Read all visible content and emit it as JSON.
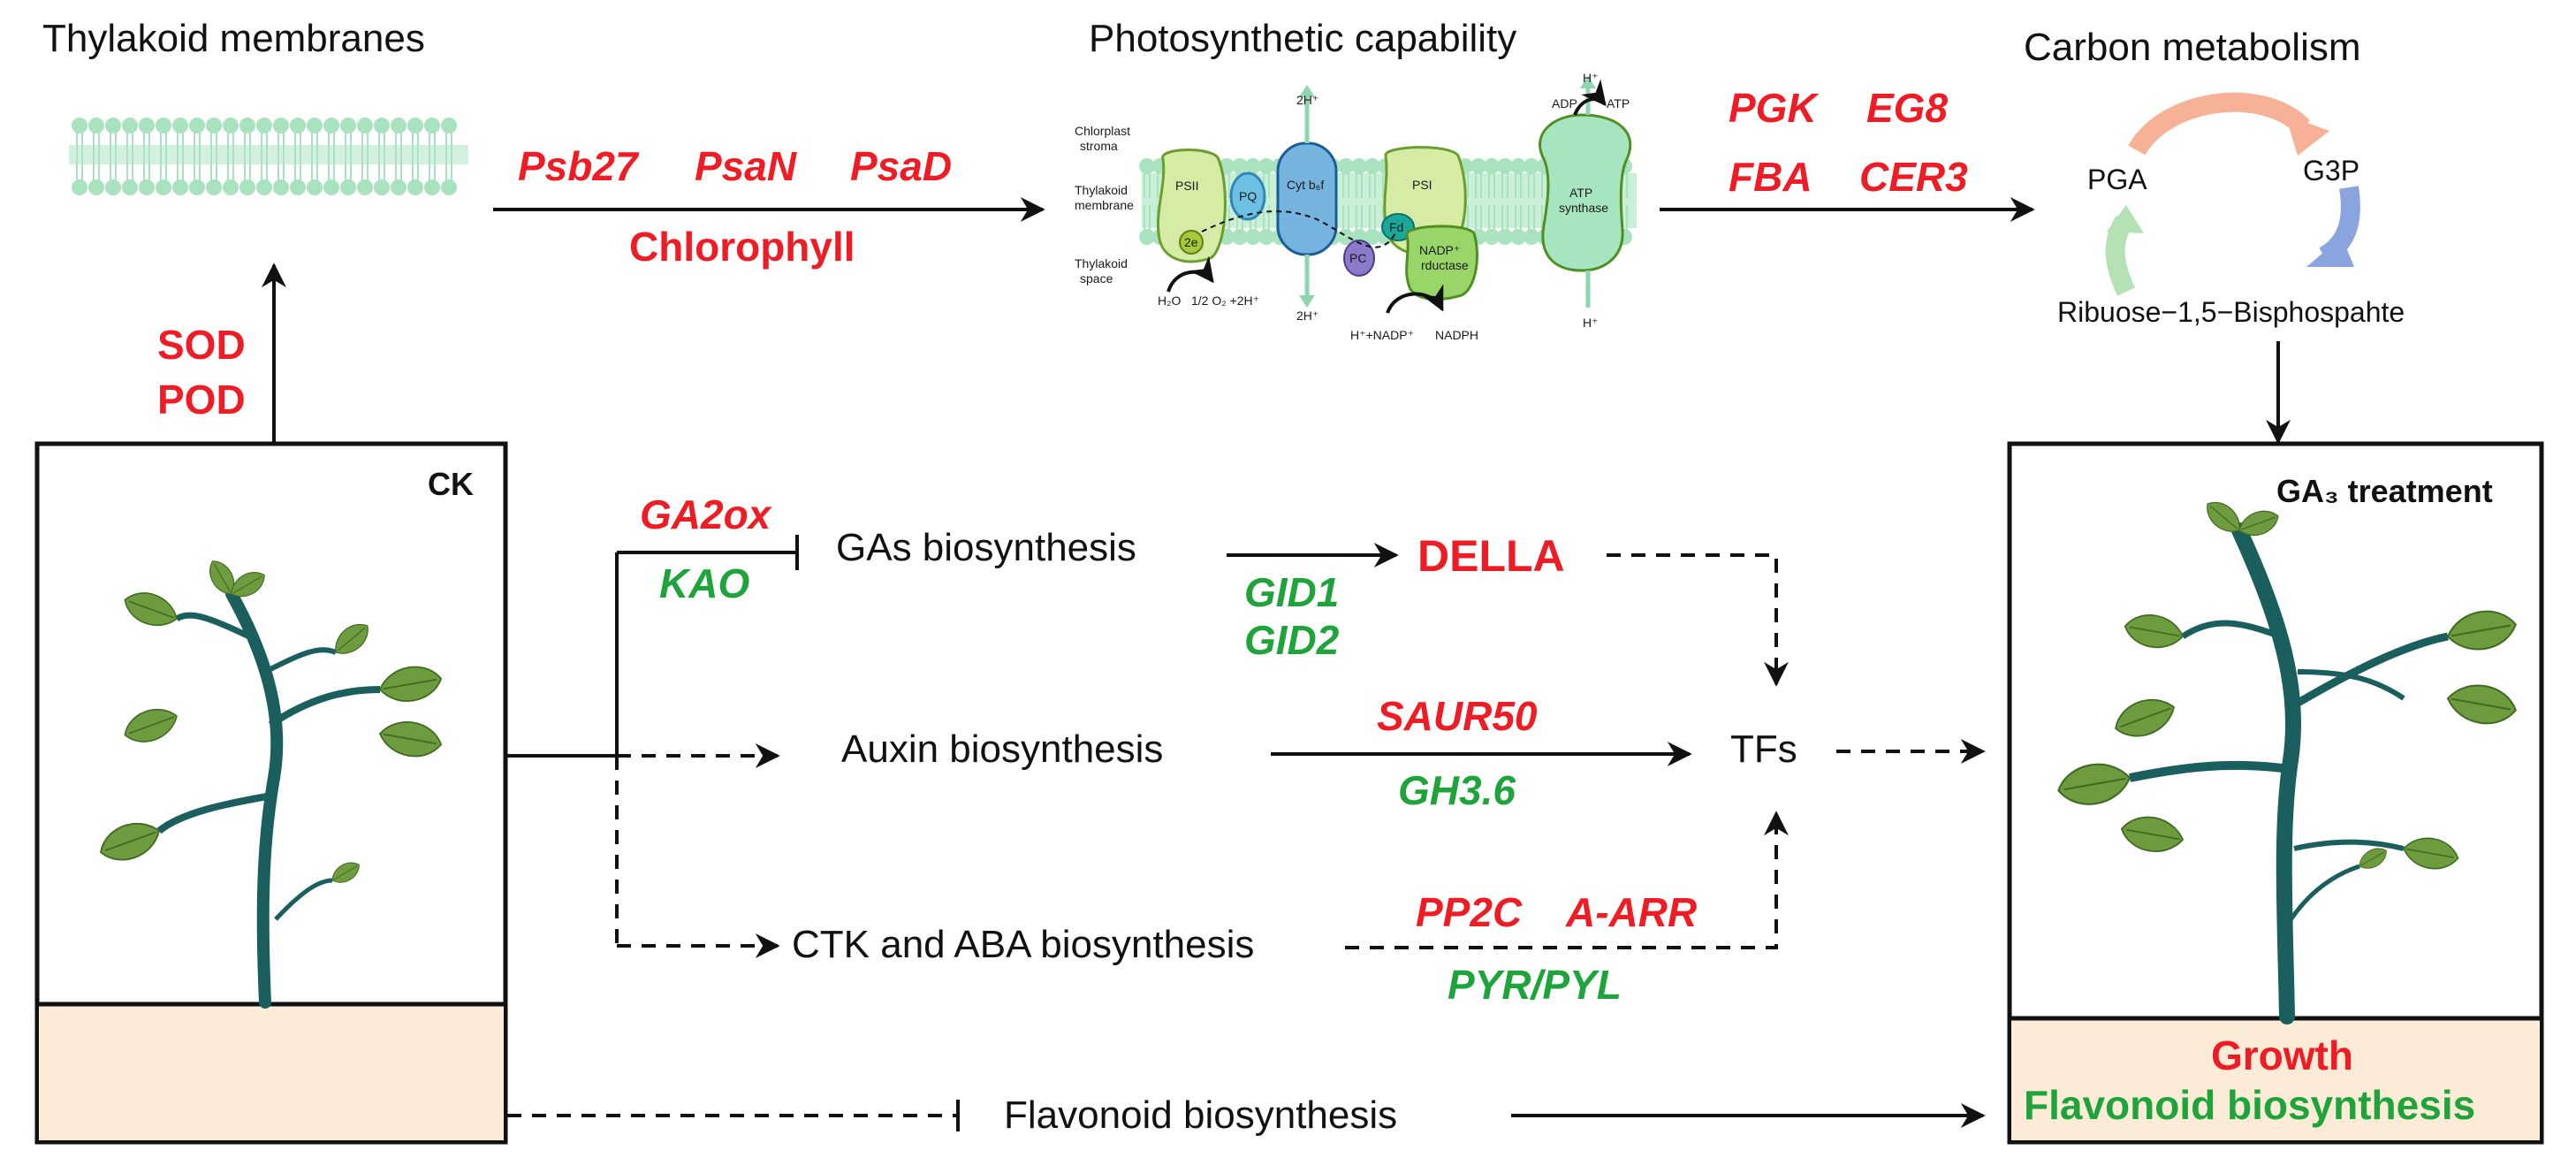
{
  "headers": {
    "thylakoid": "Thylakoid membranes",
    "photosynthetic": "Photosynthetic capability",
    "carbon": "Carbon metabolism"
  },
  "genes": {
    "psb27": "Psb27",
    "psan": "PsaN",
    "psad": "PsaD",
    "chlorophyll": "Chlorophyll",
    "pgk": "PGK",
    "eg8": "EG8",
    "fba": "FBA",
    "cer3": "CER3",
    "sod": "SOD",
    "pod": "POD",
    "ga2ox": "GA2ox",
    "kao": "KAO",
    "gid1": "GID1",
    "gid2": "GID2",
    "della": "DELLA",
    "saur50": "SAUR50",
    "gh36": "GH3.6",
    "pp2c": "PP2C",
    "aarr": "A-ARR",
    "pyrpyl": "PYR/PYL"
  },
  "calvin": {
    "pga": "PGA",
    "g3p": "G3P",
    "rubp": "Ribuose−1,5−Bisphospahte"
  },
  "pathways": {
    "gas": "GAs biosynthesis",
    "auxin": "Auxin biosynthesis",
    "ctk": "CTK and ABA biosynthesis",
    "tfs": "TFs",
    "flavonoid": "Flavonoid biosynthesis"
  },
  "panels": {
    "ck": "CK",
    "ga3": "GA₃ treatment",
    "growth": "Growth",
    "flavonoid": "Flavonoid biosynthesis"
  },
  "membrane_diagram": {
    "stroma": [
      "Chlorplast",
      "stroma"
    ],
    "thylakoid_membrane": [
      "Thylakoid",
      "membrane"
    ],
    "thylakoid_space": [
      "Thylakoid",
      "space"
    ],
    "psii": "PSII",
    "pq": "PQ",
    "cyt": "Cyt b₆f",
    "psi": "PSI",
    "pc": "PC",
    "fd": "Fd",
    "nadp_reductase": [
      "NADP⁺",
      "rductase"
    ],
    "atp_synthase": [
      "ATP",
      "synthase"
    ],
    "two_e": "2e",
    "water": "H₂O",
    "o2": "1/2 O₂ +2H⁺",
    "two_h_top": "2H⁺",
    "two_h_bottom": "2H⁺",
    "h_top": "H⁺",
    "h_bottom": "H⁺",
    "adp": "ADP",
    "atp": "ATP",
    "nadp_in": "H⁺+NADP⁺",
    "nadph": "NADPH"
  },
  "colors": {
    "red": "#ee1c25",
    "green": "#1ea43a",
    "soil": "#fbebd7",
    "membrane": "#a8e2bf",
    "stem": "#1b5e5e",
    "leaf": "#6d9b3d"
  }
}
